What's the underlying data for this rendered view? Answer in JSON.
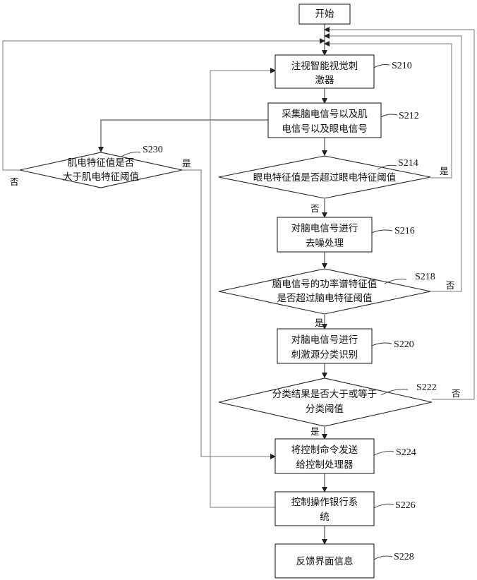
{
  "nodes": {
    "start": {
      "text": "开始"
    },
    "s210": {
      "line1": "注视智能视觉刺",
      "line2": "激器",
      "step": "S210"
    },
    "s212": {
      "line1": "采集脑电信号以及肌",
      "line2": "电信号以及眼电信号",
      "step": "S212"
    },
    "s214": {
      "text": "眼电特征值是否超过眼电特征阈值",
      "step": "S214"
    },
    "s216": {
      "line1": "对脑电信号进行",
      "line2": "去噪处理",
      "step": "S216"
    },
    "s218": {
      "line1": "脑电信号的功率谱特征值",
      "line2": "是否超过脑电特征阈值",
      "step": "S218"
    },
    "s220": {
      "line1": "对脑电信号进行",
      "line2": "刺激源分类识别",
      "step": "S220"
    },
    "s222": {
      "line1": "分类结果是否大于或等于",
      "line2": "分类阈值",
      "step": "S222"
    },
    "s224": {
      "line1": "将控制命令发送",
      "line2": "给控制处理器",
      "step": "S224"
    },
    "s226": {
      "line1": "控制操作银行系",
      "line2": "统",
      "step": "S226"
    },
    "s228": {
      "text": "反馈界面信息",
      "step": "S228"
    },
    "s230": {
      "line1": "肌电特征值是否",
      "line2": "大于肌电特征阈值",
      "step": "S230"
    }
  },
  "branch_labels": {
    "s214_yes": "是",
    "s214_no": "否",
    "s218_yes": "是",
    "s218_no": "否",
    "s222_yes": "是",
    "s222_no": "否",
    "s230_yes": "是",
    "s230_no": "否"
  },
  "colors": {
    "stroke": "#222222",
    "background": "#ffffff"
  }
}
